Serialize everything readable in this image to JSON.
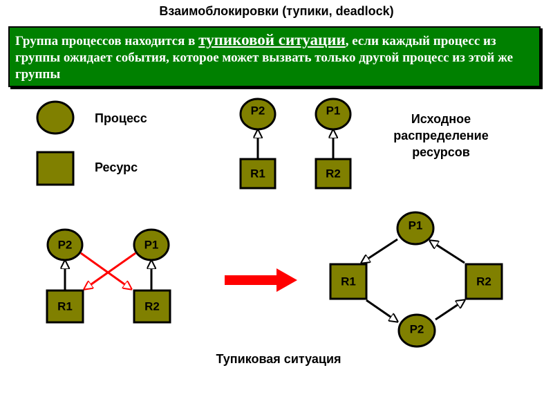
{
  "title": "Взаимоблокировки (тупики, deadlock)",
  "definition": {
    "before": "Группа процессов находится в ",
    "highlight": "тупиковой ситуации",
    "after": ", если каждый процесс из группы ожидает события, которое может вызвать только другой процесс из этой же группы"
  },
  "legend": {
    "process": "Процесс",
    "resource": "Ресурс"
  },
  "initial_label": [
    "Исходное",
    "распределение",
    "ресурсов"
  ],
  "deadlock_label": "Тупиковая ситуация",
  "nodes": {
    "p1": "P1",
    "p2": "P2",
    "r1": "R1",
    "r2": "R2"
  },
  "colors": {
    "node_fill": "#808000",
    "box_green": "#008000",
    "deadlock_edge": "#ff0000",
    "big_arrow": "#ff0000"
  }
}
